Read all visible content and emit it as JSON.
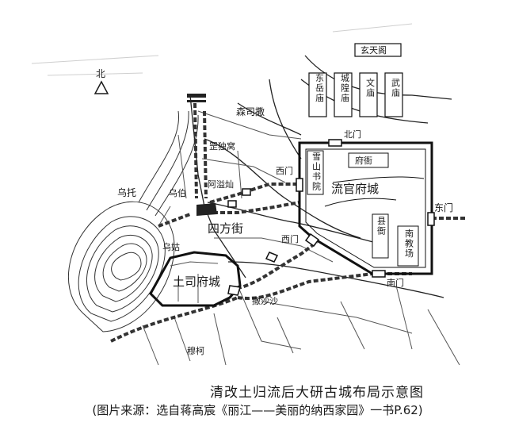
{
  "caption": {
    "title": "清改土归流后大研古城布局示意图",
    "source": "(图片来源：选自蒋高宸《丽江——美丽的纳西家园》一书P.62)"
  },
  "map": {
    "north": "北",
    "places": {
      "xuantian": "玄天阁",
      "dongyue": "东\n岳\n庙",
      "chenghuang": "城\n隍\n庙",
      "wen": "文\n庙",
      "wu": "武\n庙",
      "sensisa": "森司撒",
      "beimen": "北门",
      "xueshan": "雪\n山\n书\n院",
      "fuya": "府衙",
      "liuguan": "流官府城",
      "ximen1": "西门",
      "ximen2": "西门",
      "dongmen": "东门",
      "nanmen": "南门",
      "xianya": "县\n衙",
      "nanjiao": "南\n教\n场",
      "kundu": "罡独窝",
      "ayi": "阿溢灿",
      "sifang": "四方街",
      "wutuo": "乌托",
      "wubo": "乌伯",
      "wugu": "乌姑",
      "tusi": "土司府城",
      "sasha": "撒沙沙",
      "muhe": "穆柯"
    }
  }
}
